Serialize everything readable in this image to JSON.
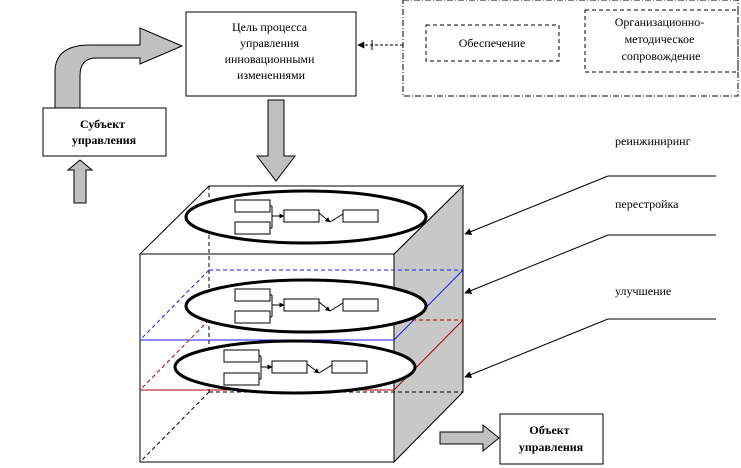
{
  "goal": {
    "lines": [
      "Цель процесса",
      "управления",
      "инновационными",
      "изменениями"
    ]
  },
  "support": {
    "provision": "Обеспечение",
    "org_method": [
      "Организационно-",
      "методическое",
      "сопровождение"
    ]
  },
  "subject": {
    "lines": [
      "Субъект",
      "управления"
    ]
  },
  "object": {
    "lines": [
      "Объект",
      "управления"
    ]
  },
  "levels": {
    "reengineering": "реинжиниринг",
    "restructuring": "перестройка",
    "improvement": "улучшение"
  },
  "colors": {
    "stroke": "#000000",
    "arrow_fill": "#c0c0c0",
    "side_face": "#c8c8c8",
    "blue_plane": "#1a1aff",
    "red_plane": "#b00000"
  }
}
